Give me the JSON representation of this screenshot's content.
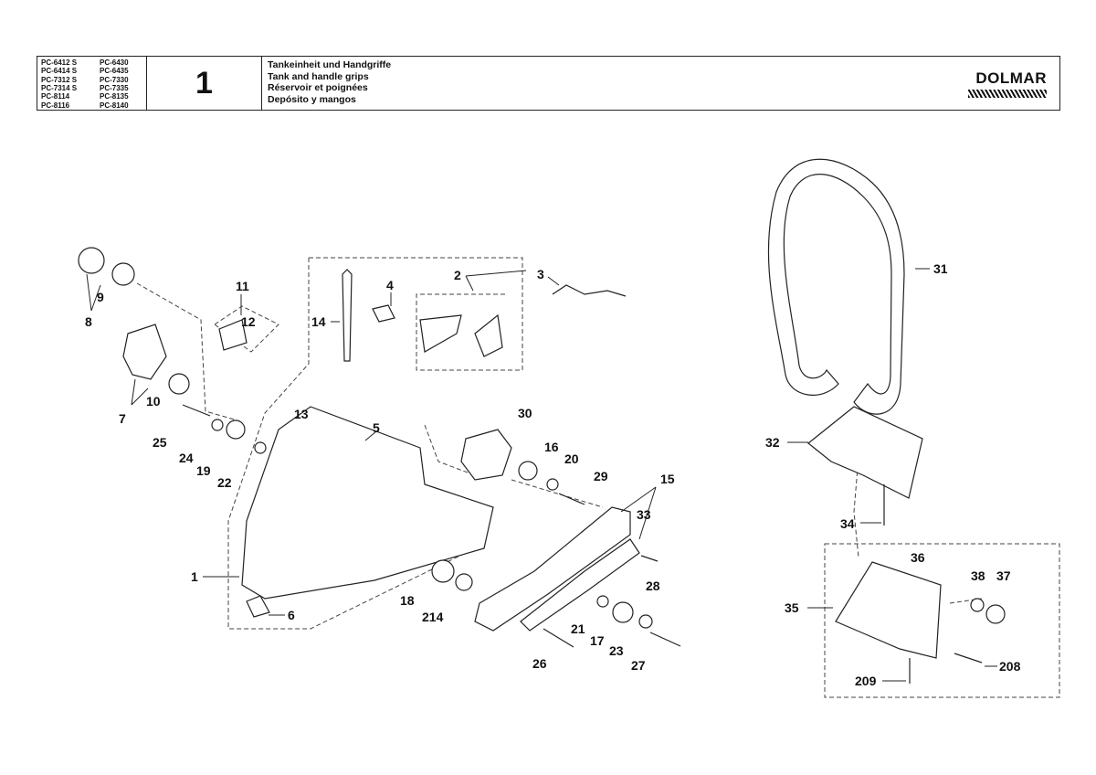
{
  "header": {
    "models": [
      "PC-6412 S",
      "PC-6430",
      "PC-6414 S",
      "PC-6435",
      "PC-7312 S",
      "PC-7330",
      "PC-7314 S",
      "PC-7335",
      "PC-8114",
      "PC-8135",
      "PC-8116",
      "PC-8140"
    ],
    "page_number": "1",
    "titles": [
      "Tankeinheit und Handgriffe",
      "Tank and handle grips",
      "Réservoir et poignées",
      "Depósito y mangos"
    ],
    "brand": "DOLMAR"
  },
  "part_labels": [
    "1",
    "2",
    "3",
    "4",
    "5",
    "6",
    "7",
    "8",
    "9",
    "10",
    "11",
    "12",
    "13",
    "14",
    "15",
    "16",
    "17",
    "18",
    "19",
    "20",
    "21",
    "22",
    "23",
    "24",
    "25",
    "26",
    "27",
    "28",
    "29",
    "30",
    "31",
    "32",
    "33",
    "34",
    "35",
    "36",
    "37",
    "38",
    "208",
    "209",
    "214"
  ]
}
